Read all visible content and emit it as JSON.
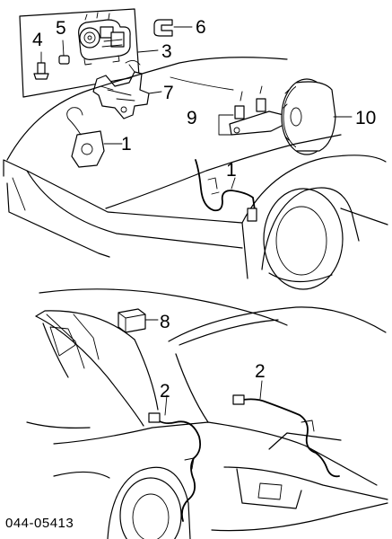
{
  "diagram": {
    "callouts": [
      {
        "id": "c1",
        "label": "1"
      },
      {
        "id": "c2",
        "label": "1"
      },
      {
        "id": "c3",
        "label": "2"
      },
      {
        "id": "c4",
        "label": "2"
      },
      {
        "id": "c5",
        "label": "3"
      },
      {
        "id": "c6",
        "label": "4"
      },
      {
        "id": "c7",
        "label": "5"
      },
      {
        "id": "c8",
        "label": "6"
      },
      {
        "id": "c9",
        "label": "7"
      },
      {
        "id": "c10",
        "label": "8"
      },
      {
        "id": "c11",
        "label": "9"
      },
      {
        "id": "c12",
        "label": "10"
      }
    ],
    "figure_code": "044-05413"
  }
}
